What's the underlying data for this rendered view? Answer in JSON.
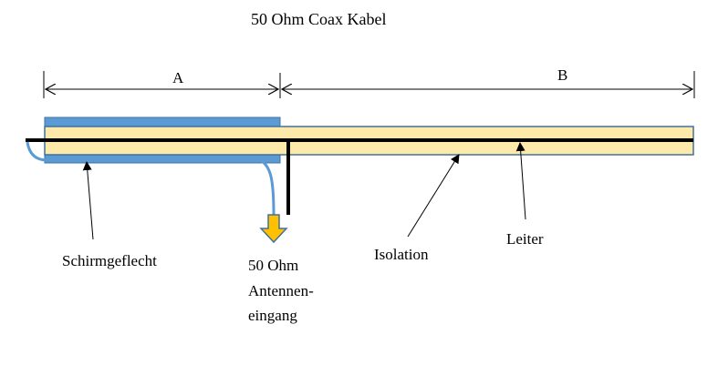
{
  "title": "50 Ohm Coax Kabel",
  "dimensions": {
    "a": "A",
    "b": "B"
  },
  "labels": {
    "shield": "Schirmgeflecht",
    "antenna_line1": "50 Ohm",
    "antenna_line2": "Antennen-",
    "antenna_line3": "eingang",
    "insulation": "Isolation",
    "conductor": "Leiter"
  },
  "colors": {
    "shield": "#5b9bd5",
    "shield_border": "#41719c",
    "insulation": "#fde9a9",
    "insulation_border": "#41719c",
    "conductor": "#000000",
    "input_arrow": "#ffc000",
    "input_arrow_border": "#41719c"
  }
}
